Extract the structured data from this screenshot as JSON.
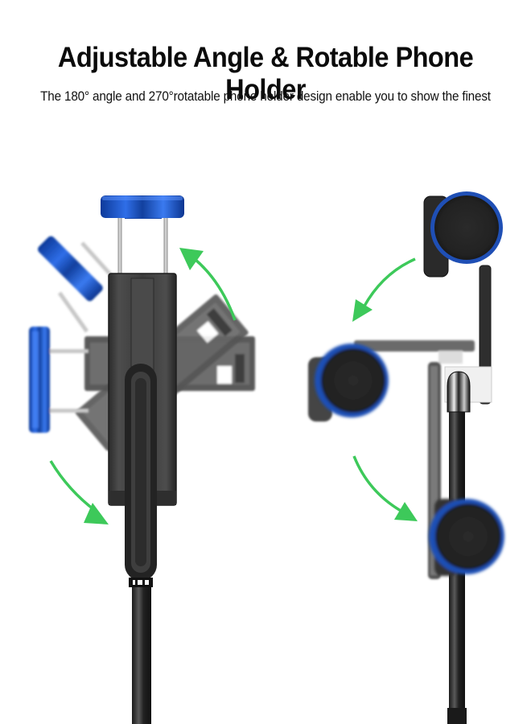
{
  "header": {
    "title": "Adjustable Angle & Rotable Phone Holder",
    "subtitle": "The 180° angle and 270°rotatable phone holder design enable you to show the finest"
  },
  "illustration": {
    "left": {
      "description": "Clamp-style phone holder shown rotating through 180 degrees",
      "arrows": [
        "up-right-arc",
        "down-right-arc"
      ],
      "clamp_color": "#1f57c8"
    },
    "right": {
      "description": "Magnetic round phone holder shown rotating through 270 degrees",
      "arrows": [
        "down-left-arc",
        "down-right-arc"
      ],
      "ring_color": "#1a4fb8"
    },
    "colors": {
      "arrow": "#3dc95a",
      "body_dark": "#2a2a2a",
      "body_mid": "#4a4a4a",
      "magnet_face": "#262626"
    }
  }
}
